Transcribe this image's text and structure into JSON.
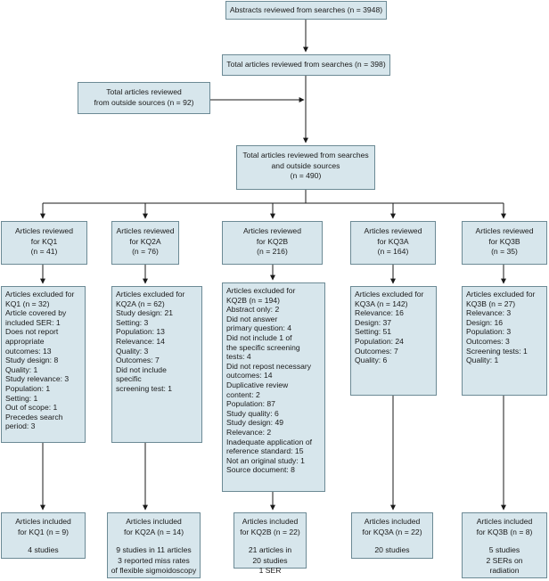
{
  "top": {
    "abstracts": [
      "Abstracts reviewed from searches (n = 3948)"
    ],
    "total_searches": [
      "Total articles reviewed from searches (n = 398)"
    ],
    "outside": [
      "Total articles reviewed",
      "from outside sources (n = 92)"
    ],
    "combined": [
      "Total articles reviewed from searches",
      "and outside sources",
      "(n = 490)"
    ]
  },
  "columns": [
    {
      "reviewed": [
        "Articles reviewed",
        "for KQ1",
        "(n = 41)"
      ],
      "excluded": [
        "Articles excluded for",
        "KQ1 (n = 32)",
        "Article covered by",
        "included SER: 1",
        "Does not report",
        "appropriate",
        "outcomes: 13",
        "Study design: 8",
        "Quality: 1",
        "Study relevance: 3",
        "Population: 1",
        "Setting: 1",
        "Out of scope: 1",
        "Precedes search",
        "period: 3"
      ],
      "included": [
        "Articles included",
        "for KQ1 (n = 9)",
        "",
        "4 studies"
      ]
    },
    {
      "reviewed": [
        "Articles reviewed",
        "for KQ2A",
        "(n = 76)"
      ],
      "excluded": [
        "Articles excluded for",
        "KQ2A (n = 62)",
        "Study design: 21",
        "Setting: 3",
        "Population: 13",
        "Relevance: 14",
        "Quality: 3",
        "Outcomes: 7",
        "Did not include",
        "specific",
        "screening test: 1"
      ],
      "included": [
        "Articles included",
        "for KQ2A (n = 14)",
        "",
        "9 studies in 11 articles",
        "3 reported miss rates",
        "of flexible sigmoidoscopy"
      ]
    },
    {
      "reviewed": [
        "Articles reviewed",
        "for KQ2B",
        "(n = 216)"
      ],
      "excluded": [
        "Articles excluded for",
        "KQ2B (n = 194)",
        "Abstract only: 2",
        "Did not answer",
        "primary question: 4",
        "Did not include 1 of",
        "the specific screening",
        "tests: 4",
        "Did not repost necessary",
        "outcomes: 14",
        "Duplicative review",
        "content: 2",
        "Population: 87",
        "Study quality: 6",
        "Study design: 49",
        "Relevance: 2",
        "Inadequate application of",
        "reference standard: 15",
        "Not an original study: 1",
        "Source document: 8"
      ],
      "included": [
        "Articles included",
        "for KQ2B (n = 22)",
        "",
        "21 articles in",
        "20 studies",
        "1 SER"
      ]
    },
    {
      "reviewed": [
        "Articles reviewed",
        "for KQ3A",
        "(n = 164)"
      ],
      "excluded": [
        "Articles excluded for",
        "KQ3A (n = 142)",
        "Relevance: 16",
        "Design: 37",
        "Setting: 51",
        "Population: 24",
        "Outcomes: 7",
        "Quality: 6"
      ],
      "included": [
        "Articles included",
        "for KQ3A (n = 22)",
        "",
        "20 studies"
      ]
    },
    {
      "reviewed": [
        "Articles reviewed",
        "for KQ3B",
        "(n = 35)"
      ],
      "excluded": [
        "Articles excluded for",
        "KQ3B (n = 27)",
        "Relevance: 3",
        "Design: 16",
        "Population: 3",
        "Outcomes: 3",
        "Screening tests: 1",
        "Quality: 1"
      ],
      "included": [
        "Articles included",
        "for KQ3B (n = 8)",
        "",
        "5 studies",
        "2 SERs on",
        "radiation"
      ]
    }
  ]
}
